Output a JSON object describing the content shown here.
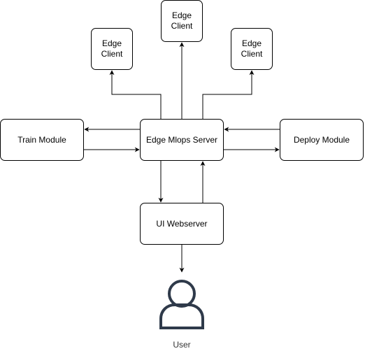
{
  "nodes": {
    "edge_client_center": "Edge\nClient",
    "edge_client_left": "Edge\nClient",
    "edge_client_right": "Edge\nClient",
    "train_module": "Train Module",
    "mlops_server": "Edge Mlops Server",
    "deploy_module": "Deploy Module",
    "ui_webserver": "UI Webserver",
    "user": "User"
  },
  "colors": {
    "stroke": "#000000",
    "user_icon": "#2f3a4a",
    "user_label": "#333333"
  },
  "icons": {
    "user": "user-icon"
  }
}
